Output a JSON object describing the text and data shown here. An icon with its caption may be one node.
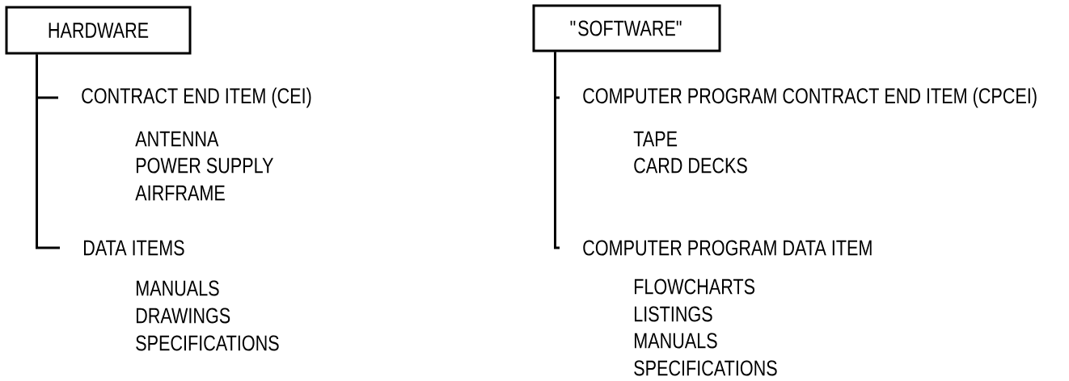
{
  "diagram": {
    "nodes": [
      {
        "text": [
          "HARDWARE"
        ]
      },
      {
        "text": [
          "CONTRACT END ITEM (CEI)"
        ]
      },
      {
        "text": [
          "DATA ITEMS"
        ]
      },
      {
        "text": [
          "\"SOFTWARE\""
        ]
      },
      {
        "text": [
          "COMPUTER PROGRAM CONTRACT END ITEM (CPCEI)"
        ]
      },
      {
        "text": [
          "COMPUTER PROGRAM DATA ITEM"
        ]
      }
    ],
    "edges": [
      {
        "from": 0,
        "to": 1,
        "arrow": "none"
      },
      {
        "from": 0,
        "to": 2,
        "arrow": "none"
      },
      {
        "from": 3,
        "to": 4,
        "arrow": "none"
      },
      {
        "from": 3,
        "to": 5,
        "arrow": "none"
      }
    ],
    "labels": [
      "ANTENNA",
      "POWER SUPPLY",
      "AIRFRAME",
      "MANUALS",
      "DRAWINGS",
      "SPECIFICATIONS",
      "TAPE",
      "CARD DECKS",
      "FLOWCHARTS",
      "LISTINGS",
      "MANUALS",
      "SPECIFICATIONS"
    ]
  }
}
